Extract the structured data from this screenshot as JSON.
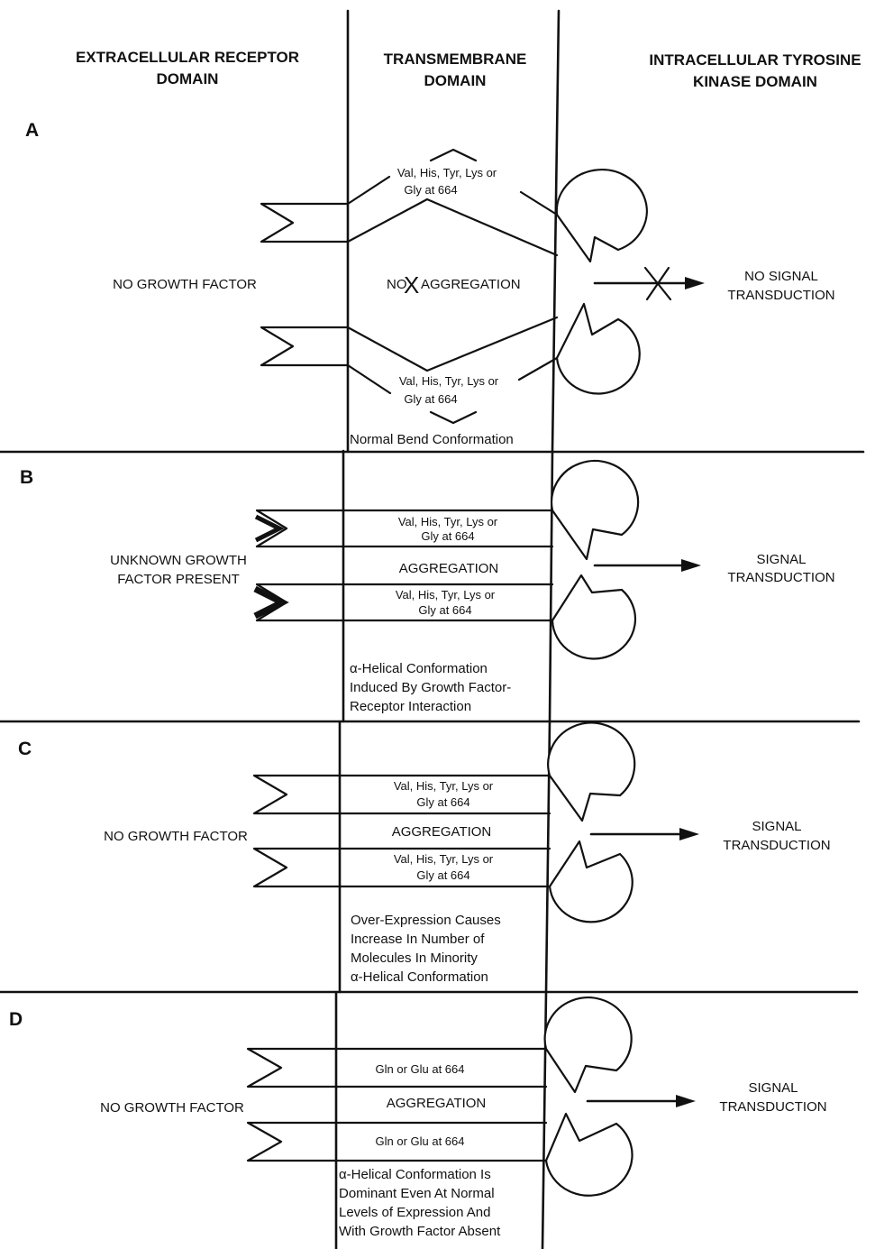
{
  "headers": {
    "extracellular": [
      "EXTRACELLULAR RECEPTOR",
      "DOMAIN"
    ],
    "transmembrane": [
      "TRANSMEMBRANE",
      "DOMAIN"
    ],
    "intracellular": [
      "INTRACELLULAR TYROSINE",
      "KINASE DOMAIN"
    ]
  },
  "panels": {
    "A": {
      "letter": "A",
      "condition": [
        "NO GROWTH FACTOR"
      ],
      "upper_residue": [
        "Val, His, Tyr, Lys or",
        "Gly at 664"
      ],
      "center_left": "NO",
      "center_mark": "X",
      "center_right": "AGGREGATION",
      "lower_residue": [
        "Val, His, Tyr, Lys or",
        "Gly at 664"
      ],
      "caption": [
        "Normal Bend Conformation"
      ],
      "outcome": [
        "NO SIGNAL",
        "TRANSDUCTION"
      ]
    },
    "B": {
      "letter": "B",
      "condition": [
        "UNKNOWN GROWTH",
        "FACTOR PRESENT"
      ],
      "upper_residue": [
        "Val, His, Tyr, Lys or",
        "Gly at 664"
      ],
      "center": "AGGREGATION",
      "lower_residue": [
        "Val, His, Tyr, Lys or",
        "Gly at 664"
      ],
      "caption": [
        "α-Helical Conformation",
        "Induced By Growth Factor-",
        "Receptor Interaction"
      ],
      "outcome": [
        "SIGNAL",
        "TRANSDUCTION"
      ]
    },
    "C": {
      "letter": "C",
      "condition": [
        "NO GROWTH FACTOR"
      ],
      "upper_residue": [
        "Val, His, Tyr, Lys or",
        "Gly at 664"
      ],
      "center": "AGGREGATION",
      "lower_residue": [
        "Val, His, Tyr, Lys or",
        "Gly at 664"
      ],
      "caption": [
        "Over-Expression Causes",
        "Increase In Number of",
        "Molecules In Minority",
        "α-Helical Conformation"
      ],
      "outcome": [
        "SIGNAL",
        "TRANSDUCTION"
      ]
    },
    "D": {
      "letter": "D",
      "condition": [
        "NO GROWTH FACTOR"
      ],
      "upper_residue": [
        "Gln or Glu at 664"
      ],
      "center": "AGGREGATION",
      "lower_residue": [
        "Gln or Glu at 664"
      ],
      "caption": [
        "α-Helical Conformation Is",
        "Dominant Even At Normal",
        "Levels of Expression And",
        "With Growth Factor Absent"
      ],
      "outcome": [
        "SIGNAL",
        "TRANSDUCTION"
      ]
    }
  }
}
